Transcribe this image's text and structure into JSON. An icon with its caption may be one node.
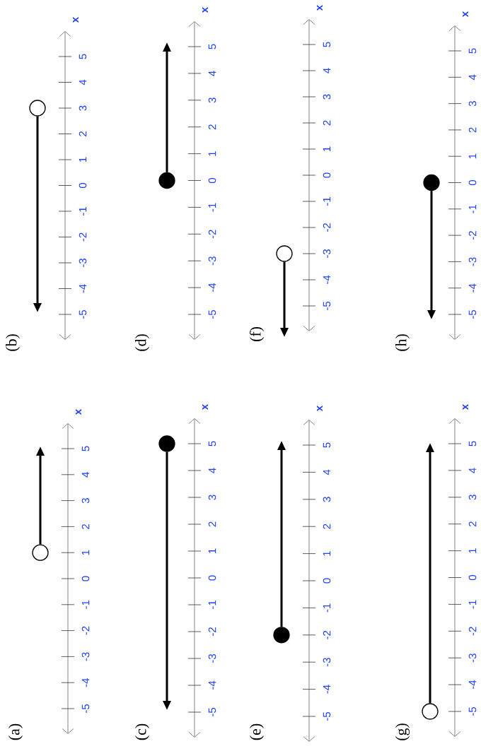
{
  "diagram": {
    "nodes": [
      {
        "text": [],
        "shape": "circle"
      },
      {
        "text": [],
        "shape": "circle"
      },
      {
        "text": [],
        "shape": "dot"
      },
      {
        "text": [],
        "shape": "dot"
      },
      {
        "text": [],
        "shape": "dot"
      },
      {
        "text": [],
        "shape": "circle"
      },
      {
        "text": [],
        "shape": "circle"
      },
      {
        "text": [],
        "shape": "dot"
      }
    ],
    "edges": [
      {
        "from": 0,
        "to": null,
        "arrow": "to"
      },
      {
        "from": 1,
        "to": null,
        "arrow": "to"
      },
      {
        "from": 2,
        "to": null,
        "arrow": "to"
      },
      {
        "from": 3,
        "to": null,
        "arrow": "to"
      },
      {
        "from": 4,
        "to": null,
        "arrow": "to"
      },
      {
        "from": 5,
        "to": null,
        "arrow": "to"
      },
      {
        "from": 6,
        "to": null,
        "arrow": "to"
      },
      {
        "from": 7,
        "to": null,
        "arrow": "to"
      }
    ],
    "labels": [
      "(a)",
      "-5",
      "-4",
      "-3",
      "-2",
      "-1",
      "0",
      "1",
      "2",
      "3",
      "4",
      "5",
      "x",
      "(b)",
      "-5",
      "-4",
      "-3",
      "-2",
      "-1",
      "0",
      "1",
      "2",
      "3",
      "4",
      "5",
      "x",
      "(c)",
      "-5",
      "-4",
      "-3",
      "-2",
      "-1",
      "0",
      "1",
      "2",
      "3",
      "4",
      "5",
      "x",
      "(d)",
      "-5",
      "-4",
      "-3",
      "-2",
      "-1",
      "0",
      "1",
      "2",
      "3",
      "4",
      "5",
      "x",
      "(e)",
      "-5",
      "-4",
      "-3",
      "-2",
      "-1",
      "0",
      "1",
      "2",
      "3",
      "4",
      "5",
      "x",
      "(f)",
      "-5",
      "-4",
      "-3",
      "-2",
      "-1",
      "0",
      "1",
      "2",
      "3",
      "4",
      "5",
      "x",
      "(g)",
      "-5",
      "-4",
      "-3",
      "-2",
      "-1",
      "0",
      "1",
      "2",
      "3",
      "4",
      "5",
      "x",
      "(h)",
      "-5",
      "-4",
      "-3",
      "-2",
      "-1",
      "0",
      "1",
      "2",
      "3",
      "4",
      "5",
      "x"
    ]
  }
}
